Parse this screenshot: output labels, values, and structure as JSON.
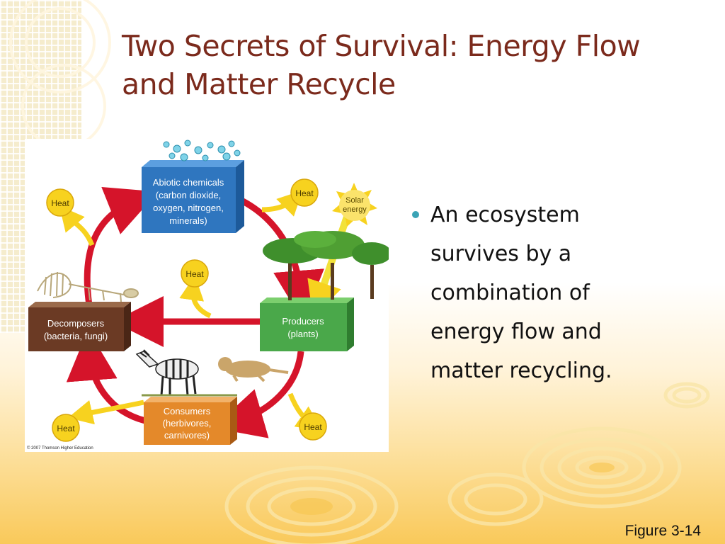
{
  "slide": {
    "title": "Two Secrets of Survival: Energy Flow and Matter Recycle",
    "bullets": [
      "An ecosystem survives by a combination of energy flow and matter recycling."
    ],
    "figure_ref": "Figure 3-14"
  },
  "diagram": {
    "abiotic": [
      "Abiotic chemicals",
      "(carbon dioxide,",
      "oxygen, nitrogen,",
      "minerals)"
    ],
    "producers": [
      "Producers",
      "(plants)"
    ],
    "consumers": [
      "Consumers",
      "(herbivores,",
      "carnivores)"
    ],
    "decomposers": [
      "Decomposers",
      "(bacteria, fungi)"
    ],
    "solar": [
      "Solar",
      "energy"
    ],
    "heat_label": "Heat",
    "copyright": "© 2007 Thomson Higher Education"
  },
  "colors": {
    "title": "#7b2a1c",
    "abiotic_box": "#2f76bf",
    "producers_box": "#4aa84a",
    "consumers_box": "#e4892a",
    "decomposers_box": "#6b3a24",
    "cycle_arrow": "#d5142a",
    "heat_circle": "#f7d21f",
    "bullet": "#3aa3b5"
  }
}
